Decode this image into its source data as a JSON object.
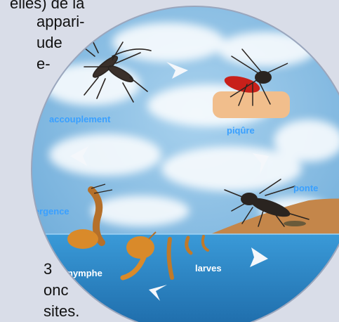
{
  "surrounding_text": {
    "line1": "elles) de la",
    "line2": "appari-",
    "line3": "ude",
    "line4": "e-",
    "line5": "3",
    "line6": "onc",
    "line7": "sites."
  },
  "stages": {
    "accouplement": "accouplement",
    "piqure": "piqûre",
    "ponte": "ponte",
    "larves": "larves",
    "nymphe": "nymphe",
    "emergence": "émergence"
  },
  "colors": {
    "sky": "#7fb6de",
    "cloud": "#ffffff",
    "water": "#2f8ed0",
    "water_dark": "#1f6fae",
    "ground": "#c4864a",
    "skin": "#f1be8c",
    "label_blue": "#3aa0ff",
    "arrow": "#f4f7fb",
    "mosquito_body": "#2a2420",
    "blood": "#c8201a",
    "pupa_orange": "#d98a2a"
  }
}
